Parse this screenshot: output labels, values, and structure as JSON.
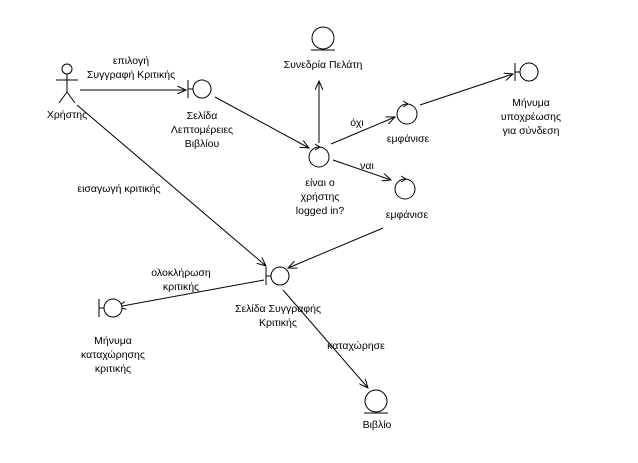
{
  "actor": {
    "name": "Χρήστης"
  },
  "boundaries": [
    {
      "id": "book_details",
      "lines": [
        "Σελίδα",
        "Λεπτομέρειες",
        "Βιβλίου"
      ]
    },
    {
      "id": "write_review_page",
      "lines": [
        "Σελίδα Συγγραφής",
        "Κριτικής"
      ]
    },
    {
      "id": "login_required_msg",
      "lines": [
        "Μήνυμα",
        "υποχρέωσης",
        "για σύνδεση"
      ]
    },
    {
      "id": "review_saved_msg",
      "lines": [
        "Μήνυμα",
        "καταχώρησης",
        "κριτικής"
      ]
    }
  ],
  "controls": [
    {
      "id": "is_logged_in",
      "lines": [
        "είναι ο",
        "χρήστης",
        "logged in?"
      ]
    },
    {
      "id": "show_no",
      "lines": [
        "εμφάνισε"
      ]
    },
    {
      "id": "show_yes",
      "lines": [
        "εμφάνισε"
      ]
    }
  ],
  "entities": [
    {
      "id": "customer_session",
      "lines": [
        "Συνεδρία Πελάτη"
      ]
    },
    {
      "id": "book",
      "lines": [
        "Βιβλίο"
      ]
    }
  ],
  "edge_labels": {
    "select_write": [
      "επιλογή",
      "Συγγραφή Κριτικής"
    ],
    "enter_review": [
      "εισαγωγή κριτικής"
    ],
    "no": [
      "όχι"
    ],
    "yes": [
      "ναι"
    ],
    "complete_review": [
      "ολοκλήρωση",
      "κριτικής"
    ],
    "save": [
      "καταχώρησε"
    ]
  }
}
